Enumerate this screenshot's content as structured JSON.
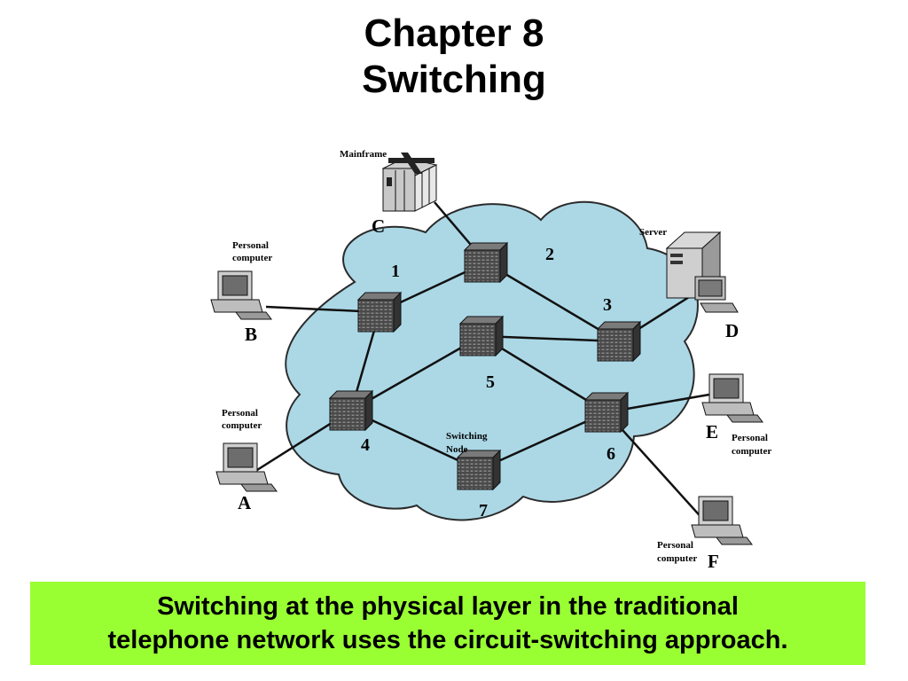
{
  "title": {
    "line1": "Chapter 8",
    "line2": "Switching"
  },
  "diagram": {
    "nodes": [
      "1",
      "2",
      "3",
      "4",
      "5",
      "6",
      "7"
    ],
    "switching_node_label": [
      "Switching",
      "Node"
    ],
    "stations": {
      "A": {
        "letter": "A",
        "label": [
          "Personal",
          "computer"
        ]
      },
      "B": {
        "letter": "B",
        "label": [
          "Personal",
          "computer"
        ]
      },
      "C": {
        "letter": "C",
        "label": [
          "Mainframe"
        ]
      },
      "D": {
        "letter": "D",
        "label": [
          "Server"
        ]
      },
      "E": {
        "letter": "E",
        "label": [
          "Personal",
          "computer"
        ]
      },
      "F": {
        "letter": "F",
        "label": [
          "Personal",
          "computer"
        ]
      }
    },
    "colors": {
      "cloud_fill": "#acd8e6",
      "node_fill": "#555555",
      "caption_bg": "#99ff33"
    }
  },
  "caption": {
    "line1": "Switching at the physical layer in the traditional",
    "line2": "telephone network uses the circuit-switching approach."
  }
}
